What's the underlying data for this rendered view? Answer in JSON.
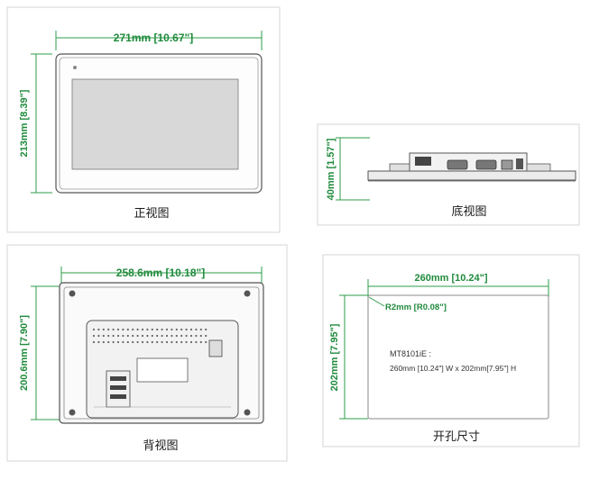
{
  "colors": {
    "dimension": "#1f8a3c",
    "outline": "#555555",
    "screen": "#d8d8d8"
  },
  "views": {
    "front": {
      "width_label": "271mm [10.67\"]",
      "height_label": "213mm [8.39\"]",
      "caption": "正视图"
    },
    "bottom": {
      "height_label": "40mm [1.57\"]",
      "caption": "底视图"
    },
    "back": {
      "width_label": "258.6mm [10.18\"]",
      "height_label": "200.6mm [7.90\"]",
      "caption": "背视图"
    },
    "cutout": {
      "width_label": "260mm [10.24\"]",
      "height_label": "202mm [7.95\"]",
      "radius_label": "R2mm [R0.08\"]",
      "model_label": "MT8101iE :",
      "size_label": "260mm [10.24\"] W x 202mm[7.95\"] H",
      "caption": "开孔尺寸"
    }
  }
}
